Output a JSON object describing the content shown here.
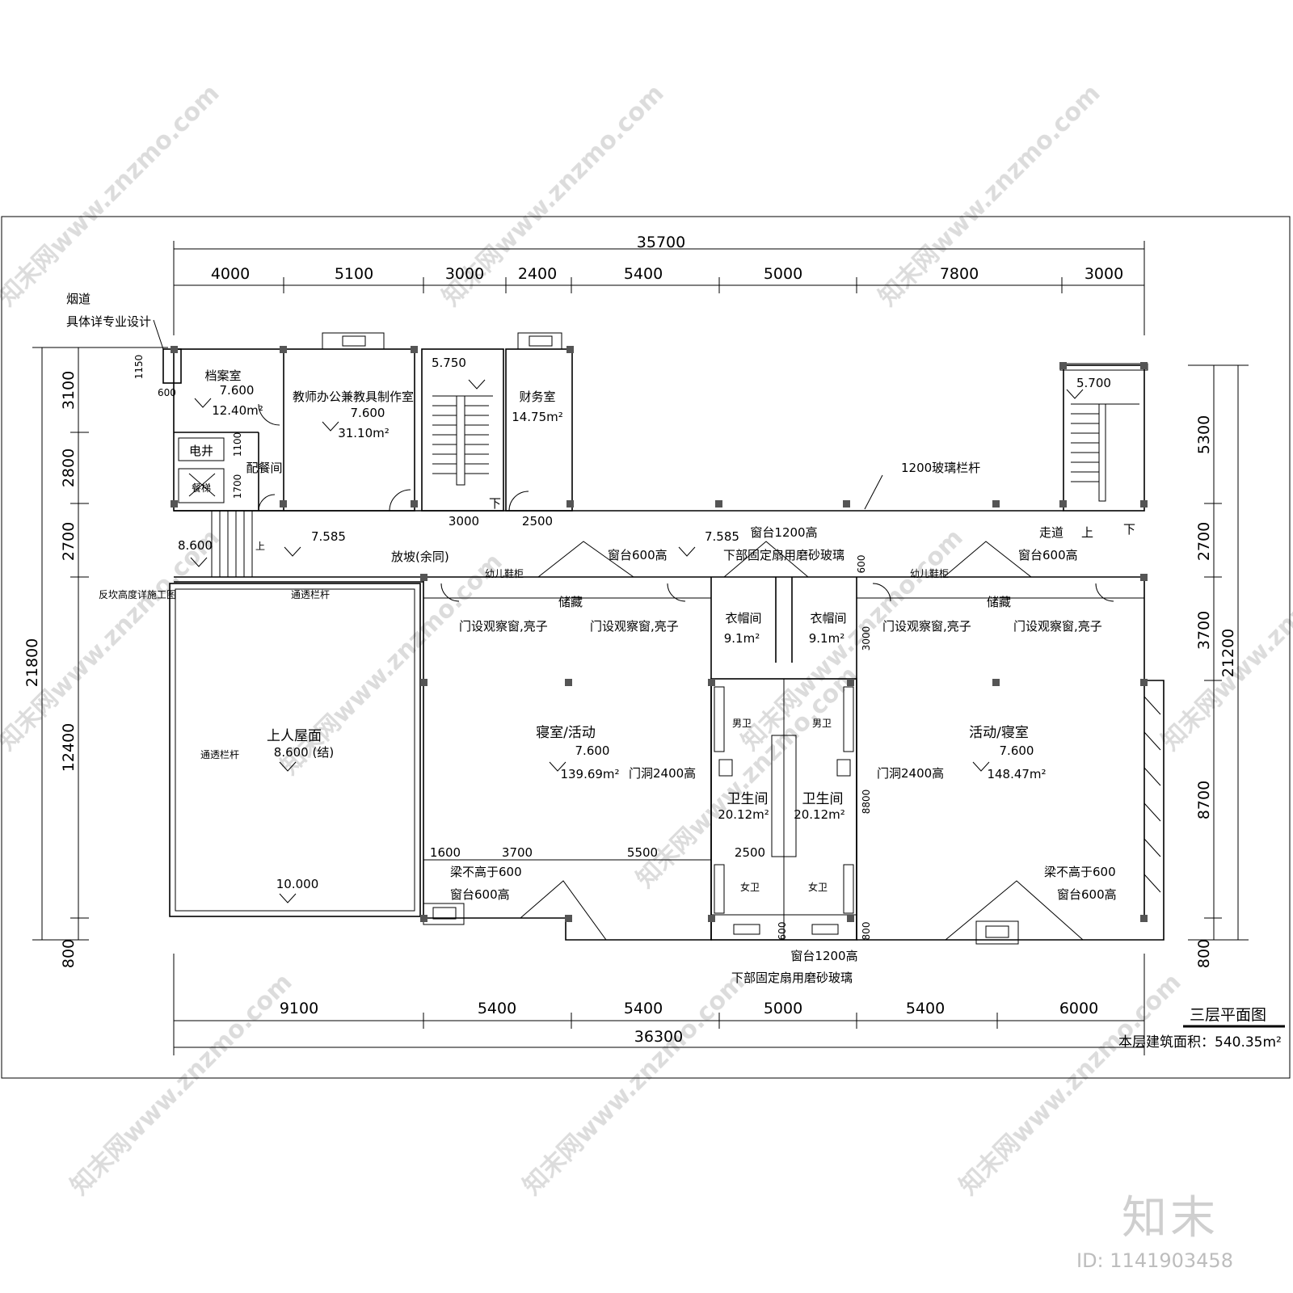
{
  "drawing": {
    "title": "三层平面图",
    "area_note": "本层建筑面积：540.35m²"
  },
  "dims": {
    "top_total": "35700",
    "top_segments": [
      "4000",
      "5100",
      "3000",
      "2400",
      "5400",
      "5000",
      "7800",
      "3000"
    ],
    "bottom_total": "36300",
    "bottom_segments": [
      "9100",
      "5400",
      "5400",
      "5000",
      "5400",
      "6000"
    ],
    "left_total": "21800",
    "left_segments": [
      "3100",
      "2800",
      "2700",
      "12400",
      "800"
    ],
    "right_total": "21200",
    "right_segments": [
      "5300",
      "2700",
      "3700",
      "8700",
      "800"
    ],
    "inner": {
      "chimney_h": "1150",
      "chimney_w": "600",
      "elec_h": "1100",
      "lift_h": "1700",
      "stair_w1": "3000",
      "stair_w2": "2500",
      "sleep_a": "1600",
      "sleep_b": "3700",
      "sleep_c": "5500",
      "wc_w": "2500",
      "coat_h": "3000",
      "wc_h": "8800",
      "sill_a": "600",
      "sill_b": "600",
      "sill_c": "800"
    }
  },
  "rooms": {
    "archive": {
      "name": "档案室",
      "level": "7.600",
      "area": "12.40m²"
    },
    "office": {
      "name": "教师办公兼教具制作室",
      "level": "7.600",
      "area": "31.10m²"
    },
    "finance": {
      "name": "财务室",
      "area": "14.75m²"
    },
    "elec": {
      "name": "电井"
    },
    "pantry": {
      "name": "配餐间"
    },
    "dumbwaiter": {
      "name": "餐梯"
    },
    "roof": {
      "name": "上人屋面",
      "level": "8.600 (结)",
      "level2": "10.000"
    },
    "sleep_left": {
      "name": "寝室/活动",
      "level": "7.600",
      "area": "139.69m²"
    },
    "sleep_right": {
      "name": "活动/寝室",
      "level": "7.600",
      "area": "148.47m²"
    },
    "coat_left": {
      "name": "衣帽间",
      "area": "9.1m²"
    },
    "coat_right": {
      "name": "衣帽间",
      "area": "9.1m²"
    },
    "wc_left": {
      "name": "卫生间",
      "area": "20.12m²"
    },
    "wc_right": {
      "name": "卫生间",
      "area": "20.12m²"
    },
    "male_l": "男卫",
    "male_r": "男卫",
    "female_l": "女卫",
    "female_r": "女卫",
    "storage_l": "储藏",
    "storage_r": "储藏"
  },
  "notes": {
    "chimney": "烟道",
    "chimney2": "具体详专业设计",
    "stair1_level": "5.750",
    "stair2_level": "5.700",
    "railing": "1200玻璃栏杆",
    "corr_level_a": "7.585",
    "corr_level_b": "7.585",
    "roof_level": "8.600",
    "slope": "放坡(余同)",
    "parapet": "反坎高度详施工图",
    "rail_a": "通透栏杆",
    "rail_b": "通透栏杆",
    "sill600_a": "窗台600高",
    "sill600_b": "窗台600高",
    "sill1200": "窗台1200高",
    "frosted": "下部固定扇用磨砂玻璃",
    "corridor": "走道",
    "obs1": "门设观察窗,亮子",
    "obs2": "门设观察窗,亮子",
    "obs3": "门设观察窗,亮子",
    "obs4": "门设观察窗,亮子",
    "doorway_l": "门洞2400高",
    "doorway_r": "门洞2400高",
    "beam_l": "梁不高于600",
    "beam_r": "梁不高于600",
    "sill600_c": "窗台600高",
    "sill600_d": "窗台600高",
    "sill1200_b": "窗台1200高",
    "frosted_b": "下部固定扇用磨砂玻璃",
    "up": "上",
    "down": "下",
    "down2": "下",
    "up2": "上",
    "cabinet_a": "幼儿鞋柜",
    "cabinet_b": "幼儿鞋柜"
  },
  "watermark": {
    "site": "知末网www.znzmo.com",
    "brand": "知末",
    "id": "ID: 1141903458"
  }
}
